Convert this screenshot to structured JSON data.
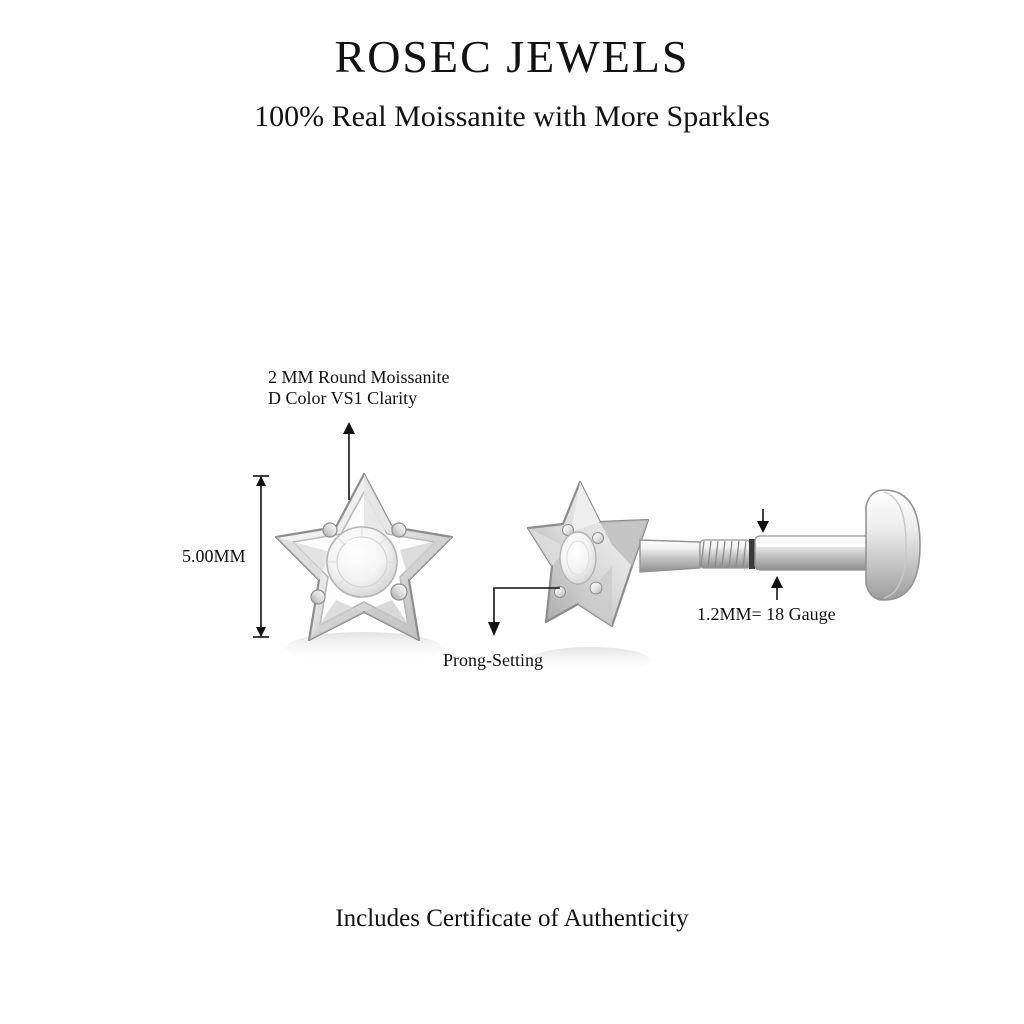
{
  "header": {
    "brand_title": "ROSEC JEWELS",
    "subtitle": "100% Real Moissanite with More Sparkles"
  },
  "footer": {
    "certificate_note": "Includes Certificate of Authenticity"
  },
  "annotations": {
    "stone_line1": "2 MM Round Moissanite",
    "stone_line2": "D Color VS1 Clarity",
    "height_label": "5.00MM",
    "prong_label": "Prong-Setting",
    "gauge_label": "1.2MM= 18 Gauge"
  },
  "colors": {
    "text": "#121212",
    "metal_light": "#ffffff",
    "metal_mid": "#d6d6d6",
    "metal_shadow": "#9a9a9a",
    "metal_dark": "#6f6f6f",
    "stone_fill": "#fbfbfb",
    "stone_edge": "#c9c9c9",
    "line": "#111111",
    "background": "#ffffff"
  },
  "product": {
    "type": "star-shaped flat back labret stud earring",
    "views": [
      {
        "name": "front-view",
        "label": "star front face with round stone"
      },
      {
        "name": "angled-view",
        "label": "star angled with threaded post and flat back disc"
      }
    ]
  },
  "icons": {
    "arrow_up": "arrow-up-icon",
    "arrow_down": "arrow-down-icon",
    "dimension_bar": "dimension-bar-icon"
  }
}
